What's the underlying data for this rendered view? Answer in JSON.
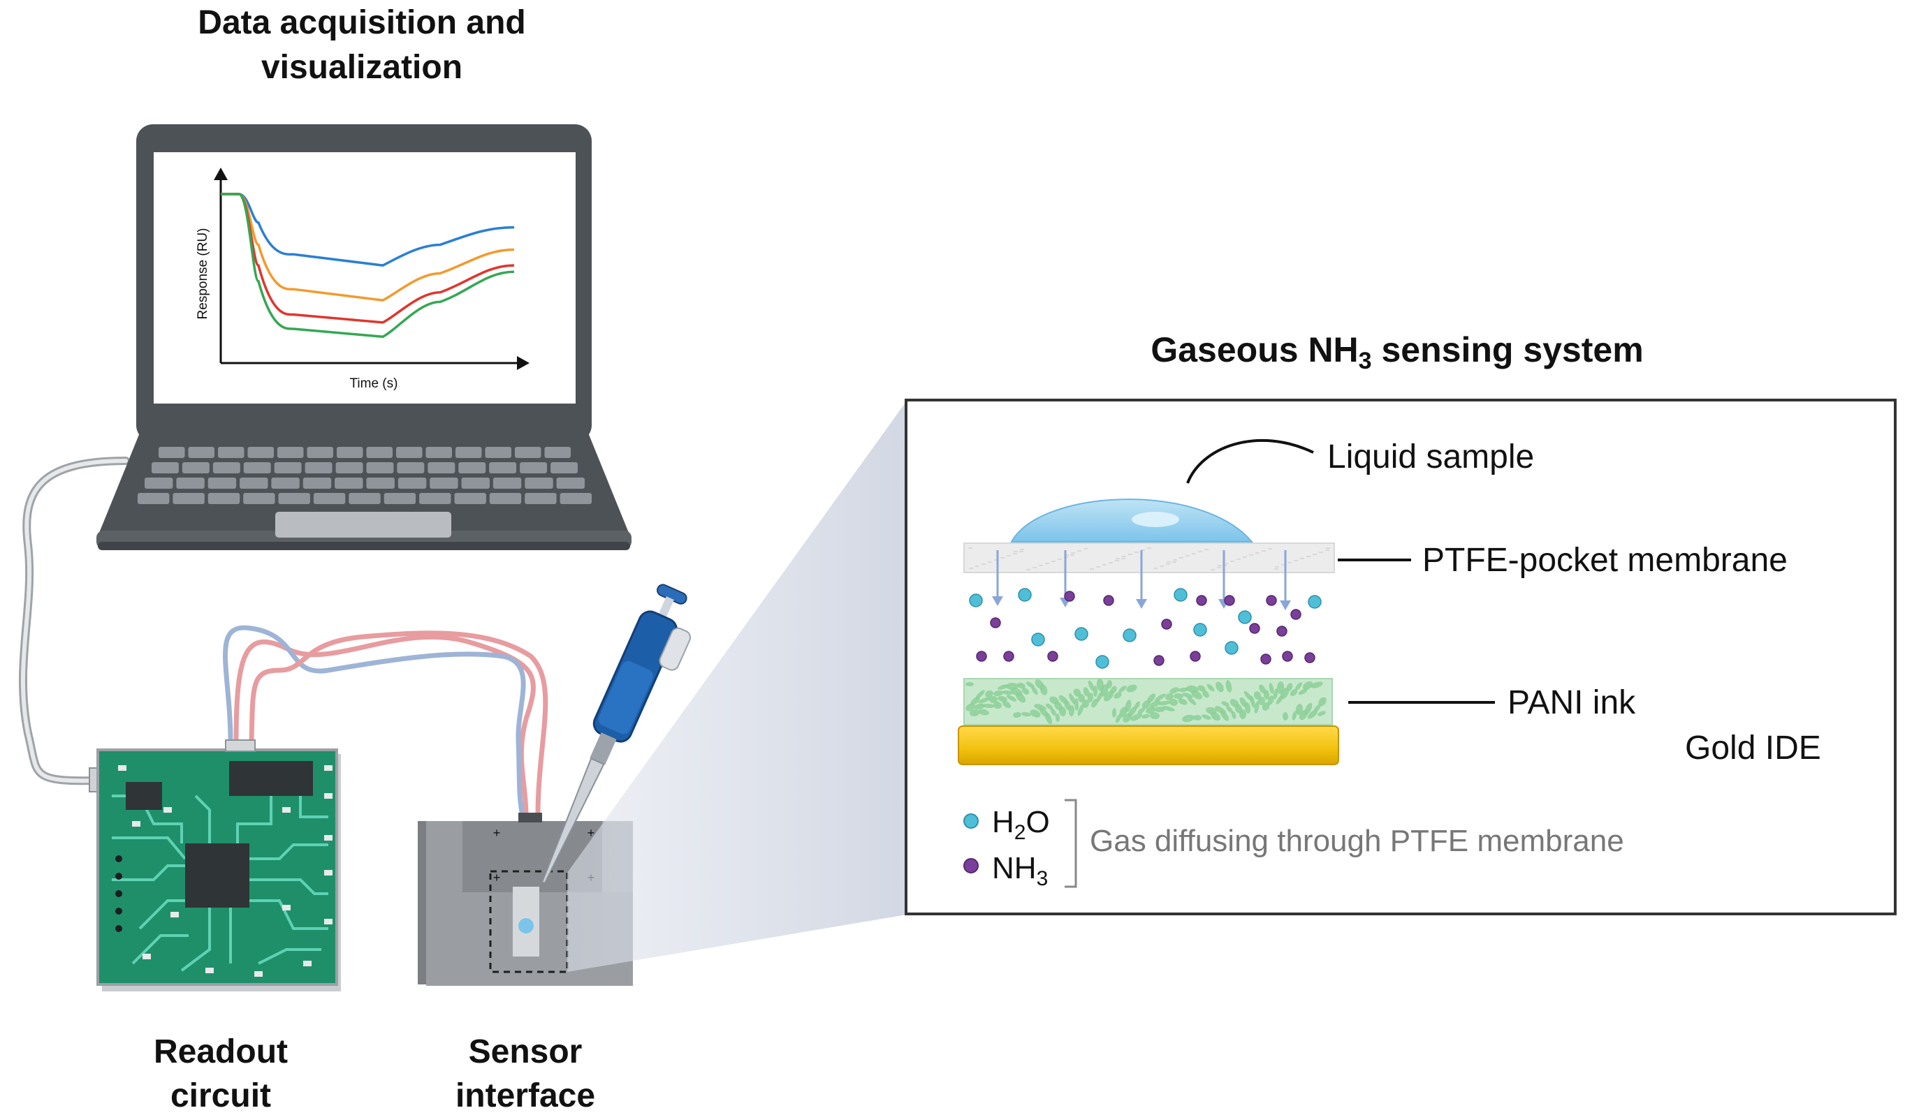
{
  "sections": {
    "data_acquisition": {
      "line1": "Data acquisition and",
      "line2": "visualization"
    },
    "sensing_system": {
      "title_pre": "Gaseous NH",
      "title_sub": "3",
      "title_post": " sensing system"
    },
    "readout": {
      "line1": "Readout",
      "line2": "circuit"
    },
    "sensor": {
      "line1": "Sensor",
      "line2": "interface"
    }
  },
  "screen_chart": {
    "type": "line",
    "xlabel": "Time (s)",
    "ylabel": "Response (RU)",
    "series": [
      {
        "color": "#2a7fd4",
        "values": [
          1.0,
          1.0,
          0.82,
          0.62,
          0.55,
          0.68,
          0.79
        ]
      },
      {
        "color": "#f39a2b",
        "values": [
          1.0,
          1.0,
          0.68,
          0.4,
          0.33,
          0.5,
          0.65
        ]
      },
      {
        "color": "#e0362c",
        "values": [
          1.0,
          1.0,
          0.55,
          0.24,
          0.19,
          0.38,
          0.55
        ]
      },
      {
        "color": "#33a853",
        "values": [
          1.0,
          1.0,
          0.45,
          0.15,
          0.1,
          0.32,
          0.51
        ]
      }
    ]
  },
  "layers": {
    "liquid_sample": "Liquid sample",
    "ptfe_membrane": "PTFE-pocket membrane",
    "pani_ink": "PANI ink",
    "gold_ide": "Gold IDE"
  },
  "legend": {
    "h2o_pre": "H",
    "h2o_sub": "2",
    "h2o_post": "O",
    "nh3_pre": "NH",
    "nh3_sub": "3",
    "note": "Gas diffusing through PTFE membrane"
  },
  "colors": {
    "h2o": "#4fbfd8",
    "nh3": "#7a3f9a",
    "pcb": "#1f8f6a",
    "gold": "#f2c20e",
    "pani": "#c8e8cc",
    "pipette": "#1d5ea8"
  }
}
